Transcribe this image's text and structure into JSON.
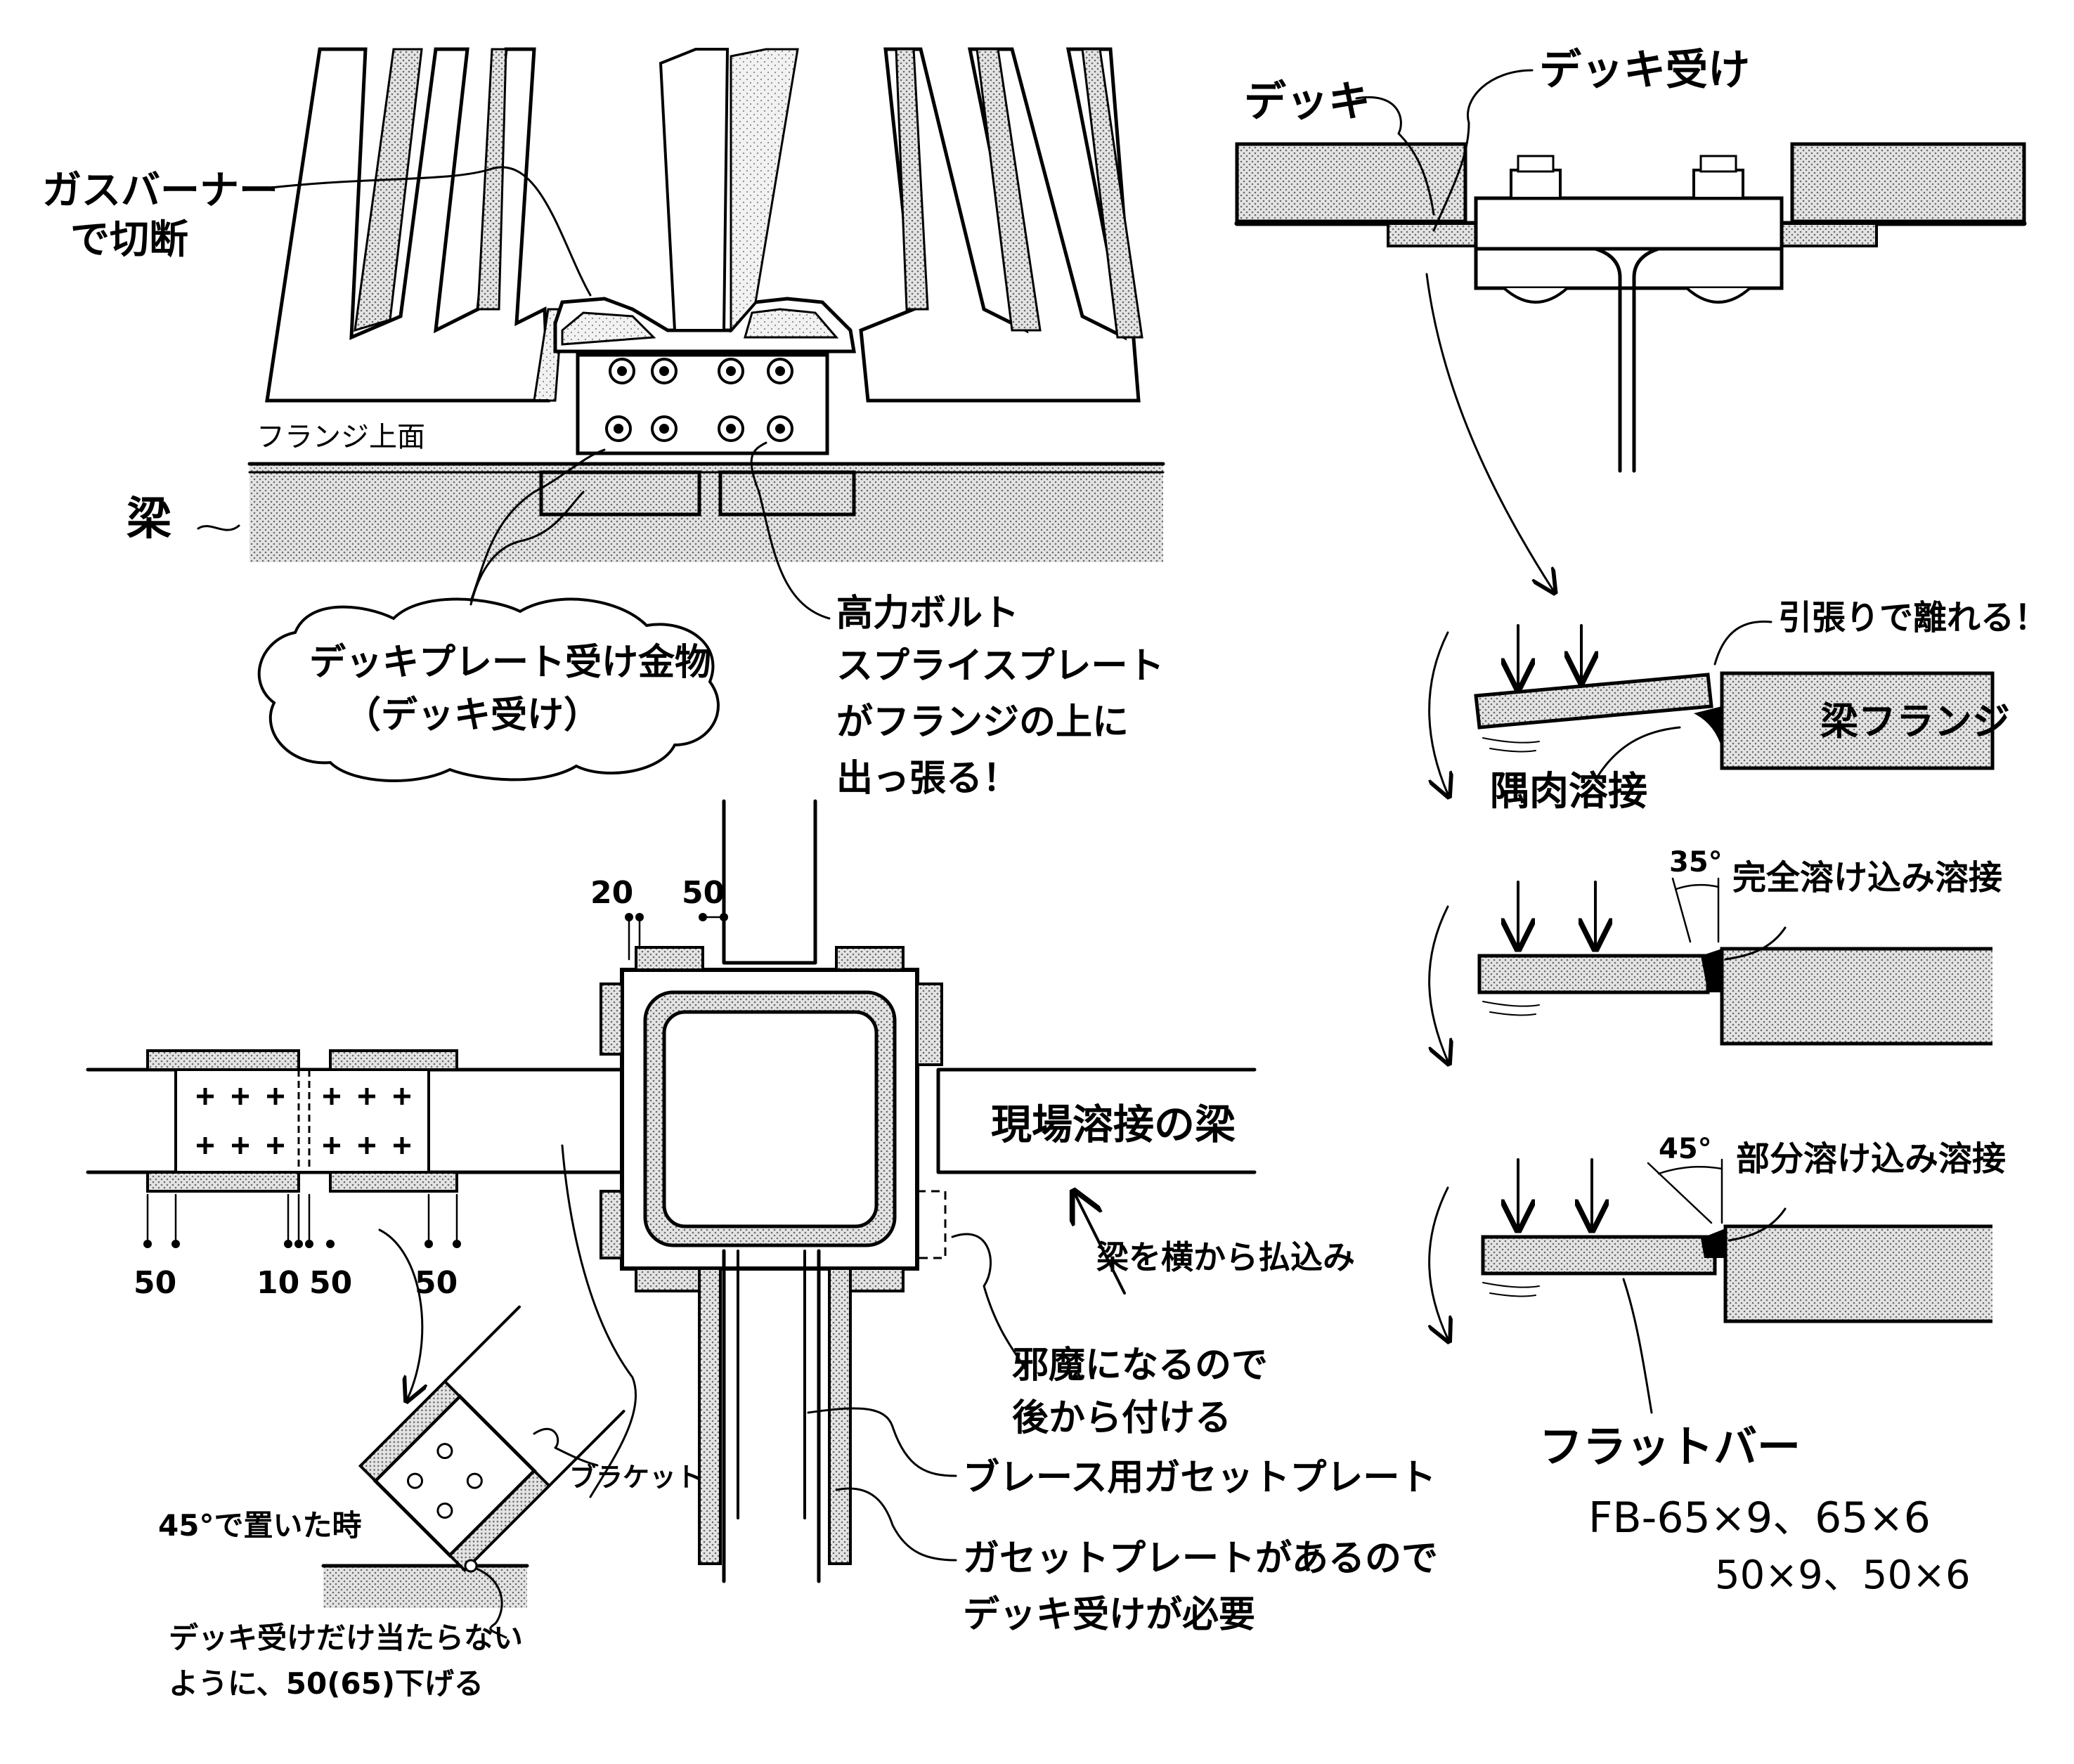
{
  "colors": {
    "ink": "#000000",
    "paper": "#ffffff",
    "screentone": "#bdbdbd"
  },
  "top_left": {
    "cut_note": [
      "ガスバーナー",
      "で切断"
    ],
    "flange_top_label": "フランジ上面",
    "beam_label": "梁",
    "bubble": [
      "デッキプレート受け金物",
      "（デッキ受け）"
    ],
    "bolt_note": [
      "高力ボルト",
      "スプライスプレート",
      "がフランジの上に",
      "出っ張る！"
    ]
  },
  "top_right": {
    "deck_label": "デッキ",
    "deck_support_label": "デッキ受け"
  },
  "weld_details": {
    "pull_note": "引張りで離れる！",
    "flange_label": "梁フランジ",
    "fillet_label": "隅肉溶接",
    "full_pen_angle": "35°",
    "full_pen_label": "完全溶け込み溶接",
    "partial_angle": "45°",
    "partial_label": "部分溶け込み溶接",
    "flat_bar_label": "フラットバー",
    "fb_sizes_1": "FB-65×9、65×6",
    "fb_sizes_2": "50×9、50×6"
  },
  "plan": {
    "dim_top_1": "20",
    "dim_top_2": "50",
    "dims_bottom": [
      "50",
      "10",
      "50",
      "50"
    ],
    "field_weld_beam": "現場溶接の梁",
    "insert_note": "梁を横から払込み",
    "later_note": [
      "邪魔になるので",
      "後から付ける"
    ],
    "gusset_label": "ブレース用ガセットプレート",
    "gusset_note": [
      "ガセットプレートがあるので",
      "デッキ受けが必要"
    ],
    "bracket_label": "ブラケット",
    "placed_45": "45°で置いた時",
    "lower_note": [
      "デッキ受けだけ当たらない",
      "ように、50(65)下げる"
    ]
  }
}
